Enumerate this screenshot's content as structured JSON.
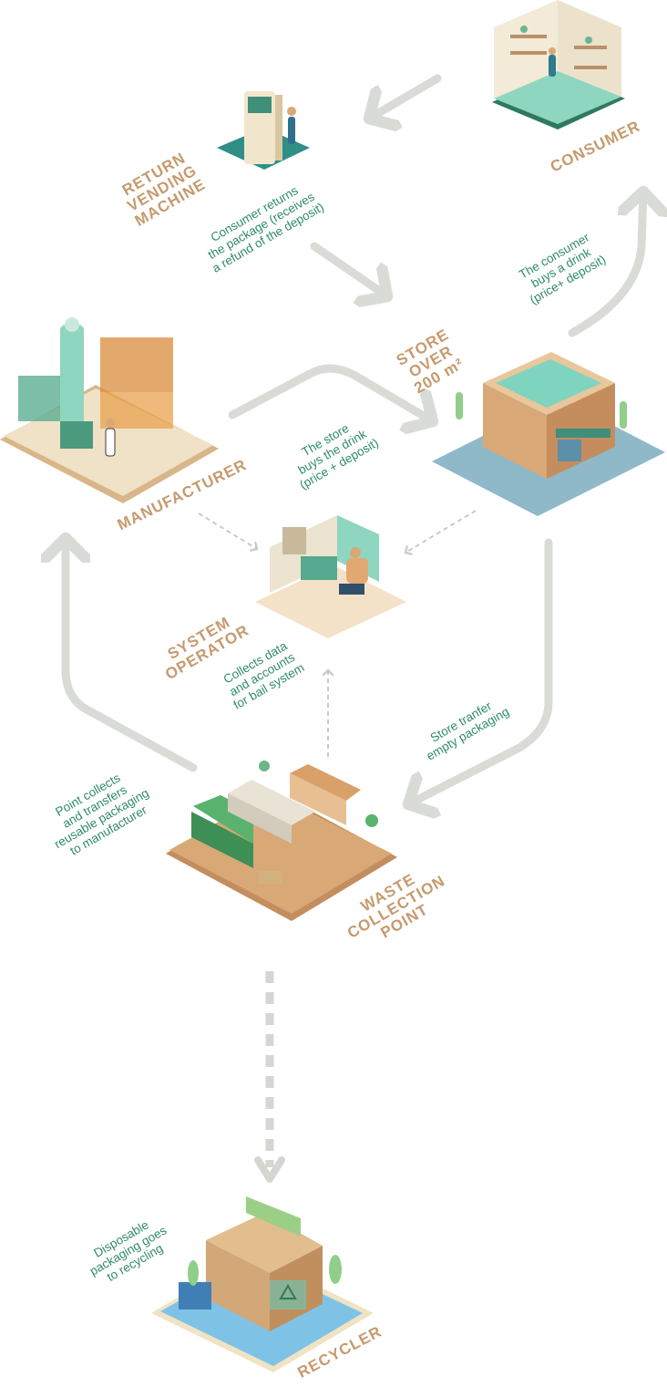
{
  "colors": {
    "title": "#c69a6d",
    "description": "#2e8a6b",
    "arrow": "#d9dcd6",
    "dashed_arrow": "#c8ccc6",
    "mint": "#8fd6c0",
    "green": "#6fb58c",
    "tan": "#d9a877"
  },
  "nodes": {
    "consumer": {
      "title": "CONSUMER"
    },
    "return_vending_machine": {
      "title": "RETURN\nVENDING\nMACHINE",
      "description": "Consumer returns\nthe package (receives\na refund of the deposit)"
    },
    "store": {
      "title": "STORE\nOVER\n200 m²"
    },
    "manufacturer": {
      "title": "MANUFACTURER"
    },
    "system_operator": {
      "title": "SYSTEM\nOPERATOR",
      "description": "Collects data\nand accounts\nfor bail system"
    },
    "waste_collection_point": {
      "title": "WASTE\nCOLLECTION\nPOINT"
    },
    "recycler": {
      "title": "RECYCLER"
    }
  },
  "flows": {
    "consumer_buys": "The consumer\nbuys a drink\n(price+ deposit)",
    "store_buys": "The store\nbuys the drink\n(price + deposit)",
    "store_transfer": "Store tranfer\nempty packaging",
    "point_transfers": "Point collects\nand transfers\nreusable packaging\nto manufacturer",
    "disposable": "Disposable\npackaging goes\nto recycling"
  }
}
